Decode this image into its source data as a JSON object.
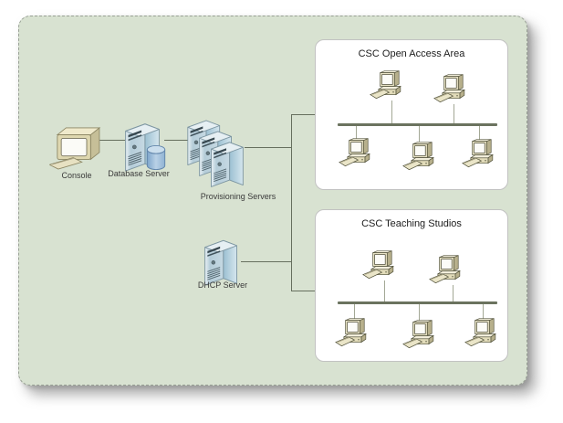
{
  "colors": {
    "canvas_bg": "#d8e2d1",
    "area_bg": "#ffffff",
    "connector": "#666f5e",
    "bus": "#6b735f",
    "drop_line": "#a3a895"
  },
  "nodes": {
    "console": {
      "label": "Console",
      "icon": "console-workstation-icon"
    },
    "database_server": {
      "label": "Database Server",
      "icon": "database-server-icon"
    },
    "provisioning_servers": {
      "label": "Provisioning Servers",
      "icon": "server-stack-icon",
      "server_count": 3
    },
    "dhcp_server": {
      "label": "DHCP Server",
      "icon": "server-tower-icon"
    }
  },
  "areas": [
    {
      "title": "CSC Open Access Area",
      "workstations_above_bus": 2,
      "workstations_below_bus": 3
    },
    {
      "title": "CSC Teaching Studios",
      "workstations_above_bus": 2,
      "workstations_below_bus": 3
    }
  ]
}
